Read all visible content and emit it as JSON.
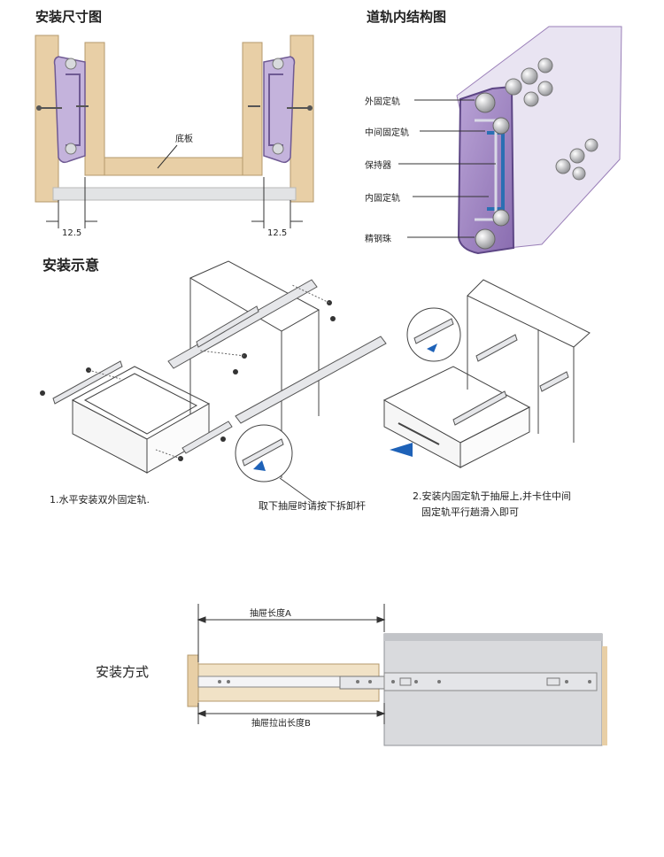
{
  "sections": {
    "install_dimensions_title": "安装尺寸图",
    "rail_structure_title": "道轨内结构图",
    "install_diagram_title": "安装示意",
    "install_method_title": "安装方式"
  },
  "dimensions": {
    "bottom_board": "底板",
    "left_gap": "12.5",
    "right_gap": "12.5"
  },
  "rail_parts": [
    "外固定轨",
    "中间固定轨",
    "保持器",
    "内固定轨",
    "精钢珠"
  ],
  "captions": {
    "step1": "1.水平安装双外固定轨.",
    "remove_tip": "取下抽屉时请按下拆卸杆",
    "step2_line1": "2.安装内固定轨于抽屉上,并卡住中间",
    "step2_line2": "固定轨平行趟滑入即可"
  },
  "method": {
    "drawer_length": "抽屉长度A",
    "pull_out_length": "抽屉拉出长度B"
  },
  "colors": {
    "wood": "#e8cfa6",
    "rail_purple": "#9a7fb8",
    "steel": "#c9ccd1",
    "accent_blue": "#1e62b8"
  }
}
